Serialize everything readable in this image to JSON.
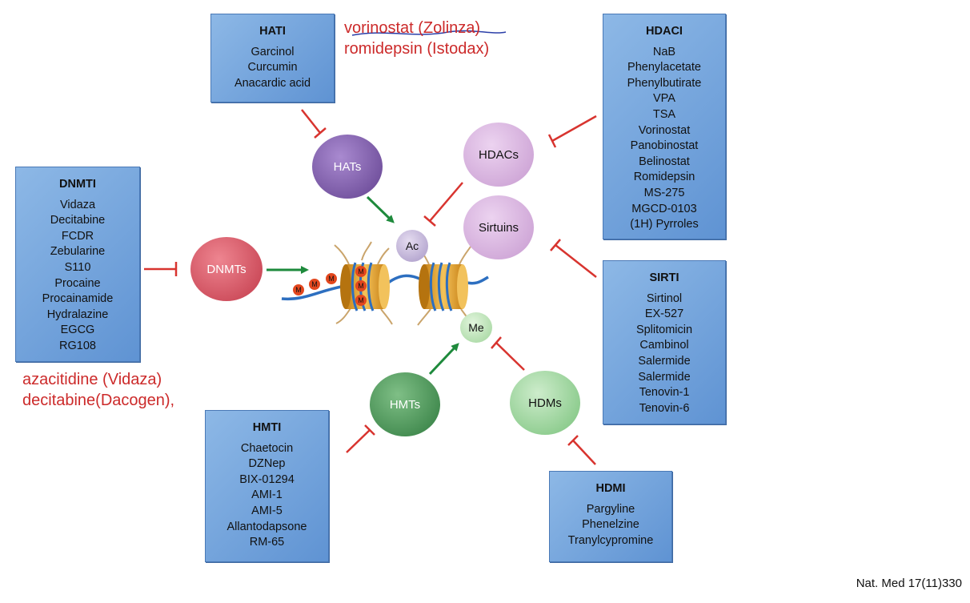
{
  "inhibitor_boxes": {
    "hati": {
      "title": "HATI",
      "items": [
        "Garcinol",
        "Curcumin",
        "Anacardic acid"
      ]
    },
    "hdaci": {
      "title": "HDACI",
      "items": [
        "NaB",
        "Phenylacetate",
        "Phenylbutirate",
        "VPA",
        "TSA",
        "Vorinostat",
        "Panobinostat",
        "Belinostat",
        "Romidepsin",
        "MS-275",
        "MGCD-0103",
        "(1H) Pyrroles"
      ]
    },
    "dnmti": {
      "title": "DNMTI",
      "items": [
        "Vidaza",
        "Decitabine",
        "FCDR",
        "Zebularine",
        "S110",
        "Procaine",
        "Procainamide",
        "Hydralazine",
        "EGCG",
        "RG108"
      ]
    },
    "sirti": {
      "title": "SIRTI",
      "items": [
        "Sirtinol",
        "EX-527",
        "Splitomicin",
        "Cambinol",
        "Salermide",
        "Salermide",
        "Tenovin-1",
        "Tenovin-6"
      ]
    },
    "hmti": {
      "title": "HMTI",
      "items": [
        "Chaetocin",
        "DZNep",
        "BIX-01294",
        "AMI-1",
        "AMI-5",
        "Allantodapsone",
        "RM-65"
      ]
    },
    "hdmi": {
      "title": "HDMI",
      "items": [
        "Pargyline",
        "Phenelzine",
        "Tranylcypromine"
      ]
    }
  },
  "enzymes": {
    "hats": "HATs",
    "hdacs": "HDACs",
    "sirtuins": "Sirtuins",
    "dnmts": "DNMTs",
    "hmts": "HMTs",
    "hdms": "HDMs"
  },
  "marks": {
    "acetyl": "Ac",
    "methyl": "Me",
    "dna_methyl": "M"
  },
  "annotations": {
    "hdac_drugs": [
      "vorinostat (Zolinza)",
      "romidepsin (Istodax)"
    ],
    "dnmt_drugs": [
      "azacitidine (Vidaza)",
      "decitabine(Dacogen),"
    ]
  },
  "citation": "Nat. Med 17(11)330",
  "colors": {
    "box_fill": "#6f9fd9",
    "inhibition": "#d8342f",
    "activation": "#1e8a3c",
    "hats": "#7b56a8",
    "hdacs": "#d2a9da",
    "dnmts": "#d24c5d",
    "hmts": "#3f8a4e",
    "hdms": "#7fc47f",
    "histone": "#e9a53a"
  }
}
